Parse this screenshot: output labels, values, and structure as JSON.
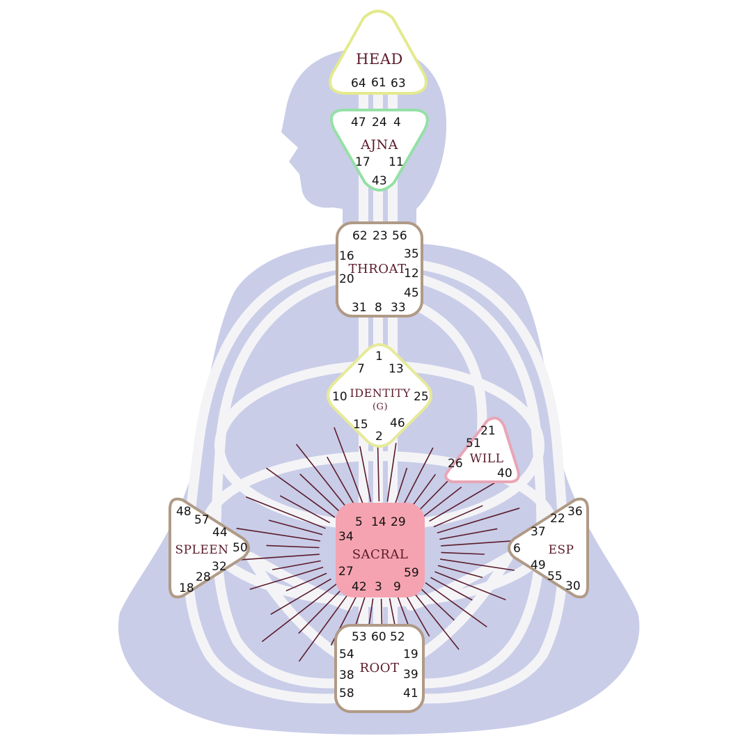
{
  "colors": {
    "body": "#c9cde8",
    "channel": "#f4f4f7",
    "head_border": "#e3ea8e",
    "ajna_border": "#95e0a6",
    "throat_border": "#b09a86",
    "identity_border": "#e6ea9a",
    "will_border": "#e8a6b6",
    "spleen_border": "#b09a86",
    "esp_border": "#b09a86",
    "sacral_fill": "#f5a3b0",
    "root_border": "#b09a86",
    "ray": "#5a1a2a",
    "label": "#5a1a2a"
  },
  "centers": {
    "head": {
      "label": "HEAD",
      "gates": [
        "64",
        "61",
        "63"
      ]
    },
    "ajna": {
      "label": "AJNA",
      "gates": [
        "47",
        "24",
        "4",
        "17",
        "11",
        "43"
      ]
    },
    "throat": {
      "label": "THROAT",
      "gates": [
        "62",
        "23",
        "56",
        "16",
        "35",
        "20",
        "12",
        "45",
        "31",
        "8",
        "33"
      ]
    },
    "identity": {
      "label": "IDENTITY",
      "sublabel": "(G)",
      "gates": [
        "1",
        "7",
        "13",
        "10",
        "25",
        "15",
        "46",
        "2"
      ]
    },
    "will": {
      "label": "WILL",
      "gates": [
        "21",
        "51",
        "26",
        "40"
      ]
    },
    "spleen": {
      "label": "SPLEEN",
      "gates": [
        "48",
        "57",
        "44",
        "50",
        "32",
        "28",
        "18"
      ]
    },
    "esp": {
      "label": "ESP",
      "gates": [
        "36",
        "22",
        "37",
        "6",
        "49",
        "55",
        "30"
      ]
    },
    "sacral": {
      "label": "SACRAL",
      "gates": [
        "5",
        "14",
        "29",
        "34",
        "27",
        "59",
        "42",
        "3",
        "9"
      ]
    },
    "root": {
      "label": "ROOT",
      "gates": [
        "53",
        "60",
        "52",
        "54",
        "19",
        "38",
        "39",
        "58",
        "41"
      ]
    }
  }
}
